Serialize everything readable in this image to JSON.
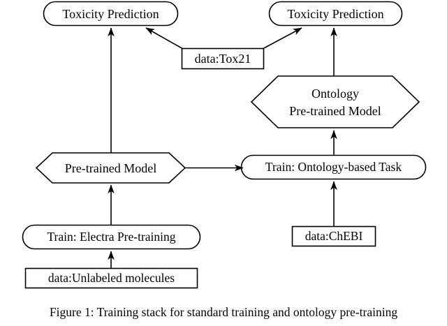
{
  "figure": {
    "caption": "Figure 1: Training stack for standard training and ontology pre-training",
    "background_color": "#ffffff",
    "stroke_color": "#000000"
  },
  "nodes": {
    "toxicity_prediction_left": {
      "label": "Toxicity Prediction",
      "shape": "rounded-rectangle"
    },
    "toxicity_prediction_right": {
      "label": "Toxicity Prediction",
      "shape": "rounded-rectangle"
    },
    "data_tox21": {
      "label": "data:Tox21",
      "shape": "rectangle"
    },
    "ontology_pretrained_model": {
      "label_line1": "Ontology",
      "label_line2": "Pre-trained Model",
      "shape": "hexagon"
    },
    "pretrained_model": {
      "label": "Pre-trained Model",
      "shape": "hexagon"
    },
    "train_ontology_based_task": {
      "label": "Train: Ontology-based Task",
      "shape": "rounded-rectangle"
    },
    "train_electra_pretraining": {
      "label": "Train: Electra Pre-training",
      "shape": "rounded-rectangle"
    },
    "data_chebi": {
      "label": "data:ChEBI",
      "shape": "rectangle"
    },
    "data_unlabeled_molecules": {
      "label": "data:Unlabeled molecules",
      "shape": "rectangle"
    }
  },
  "edges": [
    {
      "from": "pretrained_model",
      "to": "toxicity_prediction_left",
      "type": "arrow-up"
    },
    {
      "from": "data_tox21",
      "to": "toxicity_prediction_left",
      "type": "arrow-diagonal-up-left"
    },
    {
      "from": "data_tox21",
      "to": "toxicity_prediction_right",
      "type": "arrow-diagonal-up-right"
    },
    {
      "from": "ontology_pretrained_model",
      "to": "toxicity_prediction_right",
      "type": "arrow-up"
    },
    {
      "from": "train_ontology_based_task",
      "to": "ontology_pretrained_model",
      "type": "arrow-up"
    },
    {
      "from": "pretrained_model",
      "to": "train_ontology_based_task",
      "type": "arrow-right"
    },
    {
      "from": "train_electra_pretraining",
      "to": "pretrained_model",
      "type": "arrow-up"
    },
    {
      "from": "data_unlabeled_molecules",
      "to": "train_electra_pretraining",
      "type": "arrow-up"
    },
    {
      "from": "data_chebi",
      "to": "train_ontology_based_task",
      "type": "arrow-up"
    }
  ]
}
